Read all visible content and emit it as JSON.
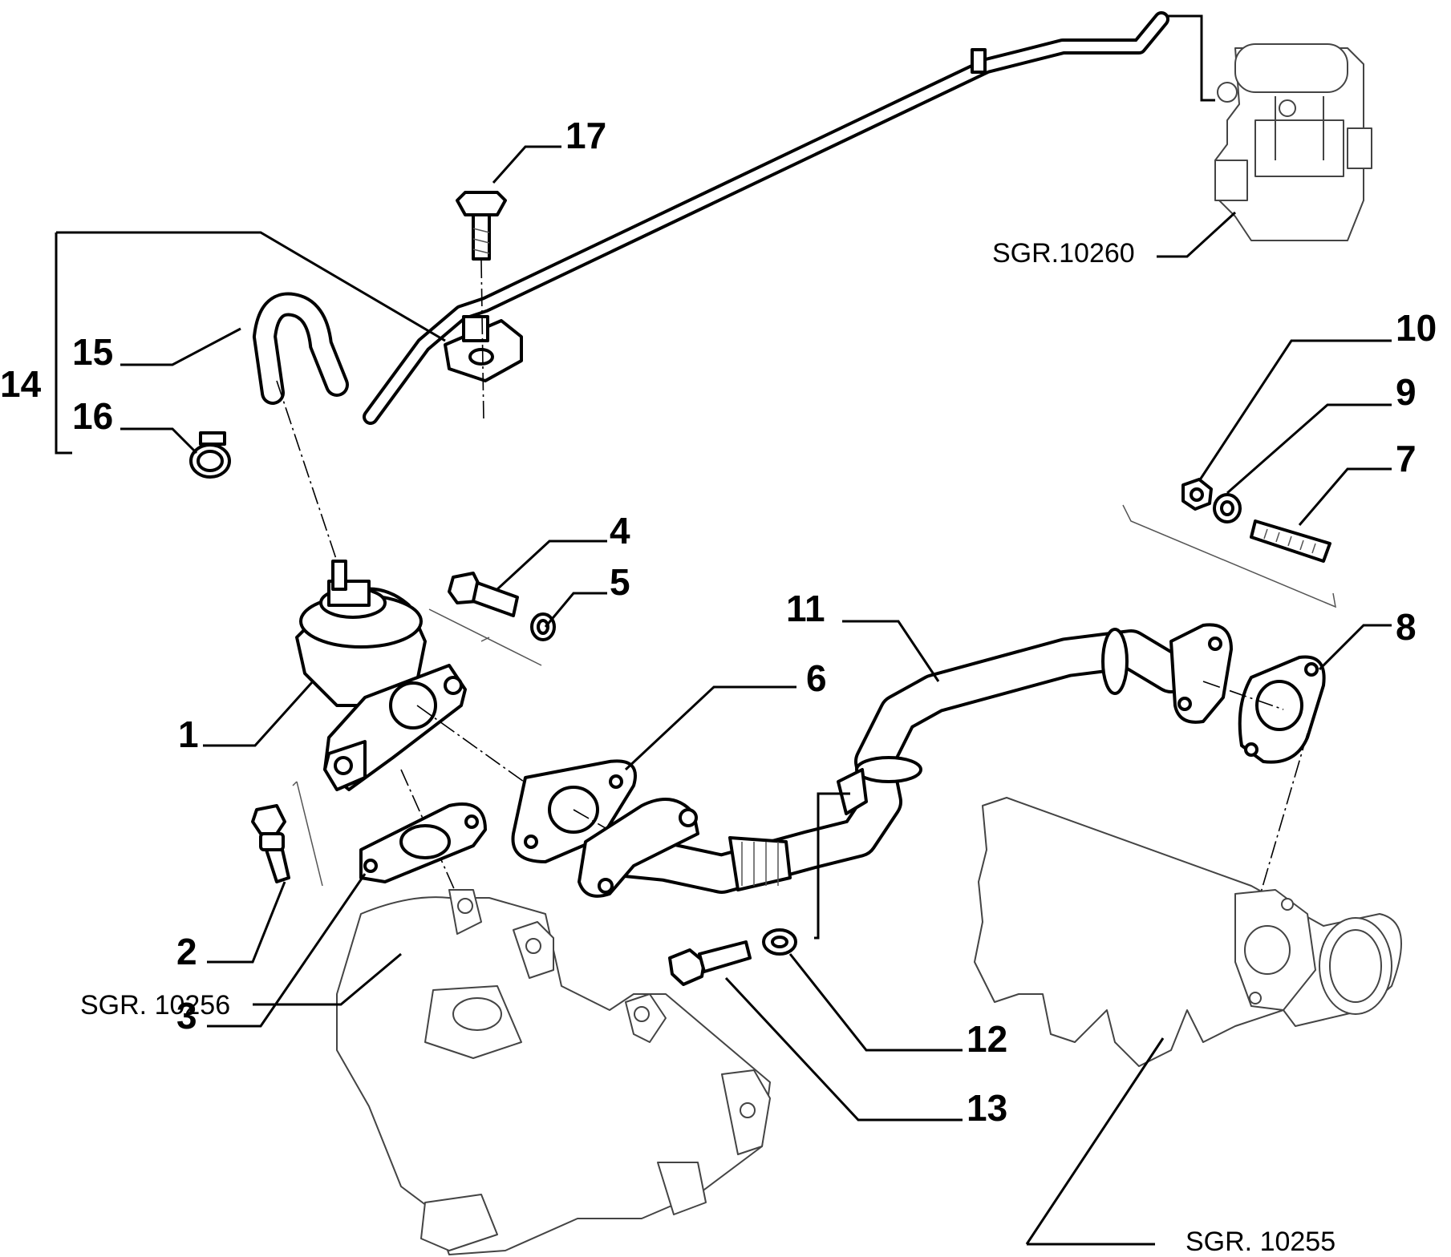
{
  "callouts": {
    "c1": "1",
    "c2": "2",
    "c3": "3",
    "c4": "4",
    "c5": "5",
    "c6": "6",
    "c7": "7",
    "c8": "8",
    "c9": "9",
    "c10": "10",
    "c11": "11",
    "c12": "12",
    "c13": "13",
    "c14": "14",
    "c15": "15",
    "c16": "16",
    "c17": "17"
  },
  "references": {
    "sgr_10260": "SGR.10260",
    "sgr_10256": "SGR. 10256",
    "sgr_10255": "SGR. 10255"
  },
  "colors": {
    "line": "#000000",
    "background": "#ffffff"
  }
}
